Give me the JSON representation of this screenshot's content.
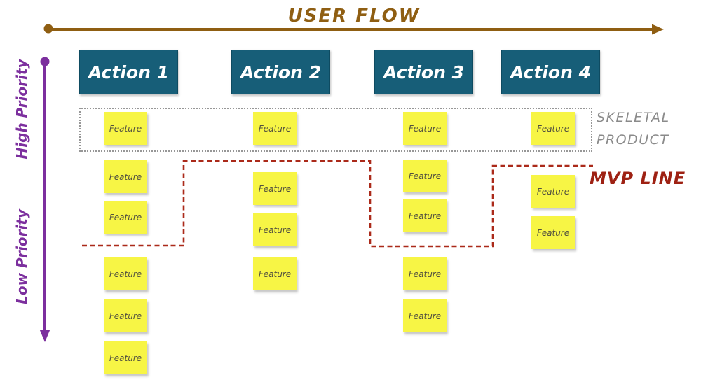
{
  "user_flow": {
    "label": "USER FLOW"
  },
  "priority_axis": {
    "high": "High Priority",
    "low": "Low Priority"
  },
  "columns": [
    {
      "header": "Action 1",
      "features": [
        "Feature",
        "Feature",
        "Feature",
        "Feature",
        "Feature",
        "Feature"
      ]
    },
    {
      "header": "Action 2",
      "features": [
        "Feature",
        "Feature",
        "Feature",
        "Feature"
      ]
    },
    {
      "header": "Action 3",
      "features": [
        "Feature",
        "Feature",
        "Feature",
        "Feature",
        "Feature"
      ]
    },
    {
      "header": "Action 4",
      "features": [
        "Feature",
        "Feature",
        "Feature"
      ]
    }
  ],
  "annotations": {
    "skeletal_line1": "SKELETAL",
    "skeletal_line2": "PRODUCT",
    "mvp_line": "MVP LINE"
  },
  "colors": {
    "user_flow_arrow": "#8f5e12",
    "priority_arrow": "#7c2f9e",
    "action_card_bg": "#175e78",
    "action_card_text": "#ffffff",
    "feature_note_bg": "#f7f545",
    "feature_note_text": "#52503f",
    "skeletal_gray": "#8a8a8a",
    "skeletal_dot_gray": "#979797",
    "mvp_text_red": "#9e2113",
    "mvp_dash_red": "#ab2a1a"
  }
}
